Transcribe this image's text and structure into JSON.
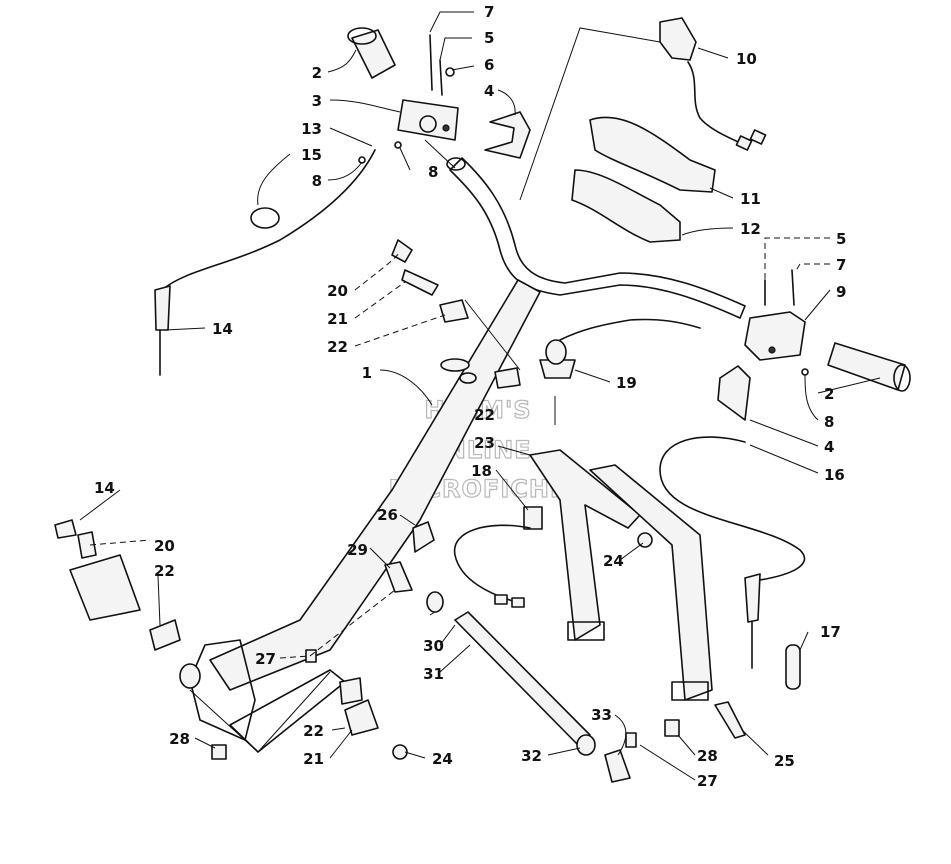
{
  "watermark": {
    "line1": "HLSM'S",
    "line2": "ONLINE",
    "line3": "MICROFICHE"
  },
  "callouts": {
    "c1": "1",
    "c2a": "2",
    "c2b": "2",
    "c3": "3",
    "c4a": "4",
    "c4b": "4",
    "c5a": "5",
    "c5b": "5",
    "c6": "6",
    "c7a": "7",
    "c7b": "7",
    "c8a": "8",
    "c8b": "8",
    "c8c": "8",
    "c9": "9",
    "c10": "10",
    "c11": "11",
    "c12": "12",
    "c13": "13",
    "c14a": "14",
    "c14b": "14",
    "c15": "15",
    "c16": "16",
    "c17": "17",
    "c18": "18",
    "c19": "19",
    "c20a": "20",
    "c20b": "20",
    "c21a": "21",
    "c21b": "21",
    "c22a": "22",
    "c22b": "22",
    "c22c": "22",
    "c22d": "22",
    "c23": "23",
    "c24a": "24",
    "c24b": "24",
    "c25": "25",
    "c26": "26",
    "c27a": "27",
    "c27b": "27",
    "c28a": "28",
    "c28b": "28",
    "c29": "29",
    "c30": "30",
    "c31": "31",
    "c32": "32",
    "c33": "33"
  }
}
